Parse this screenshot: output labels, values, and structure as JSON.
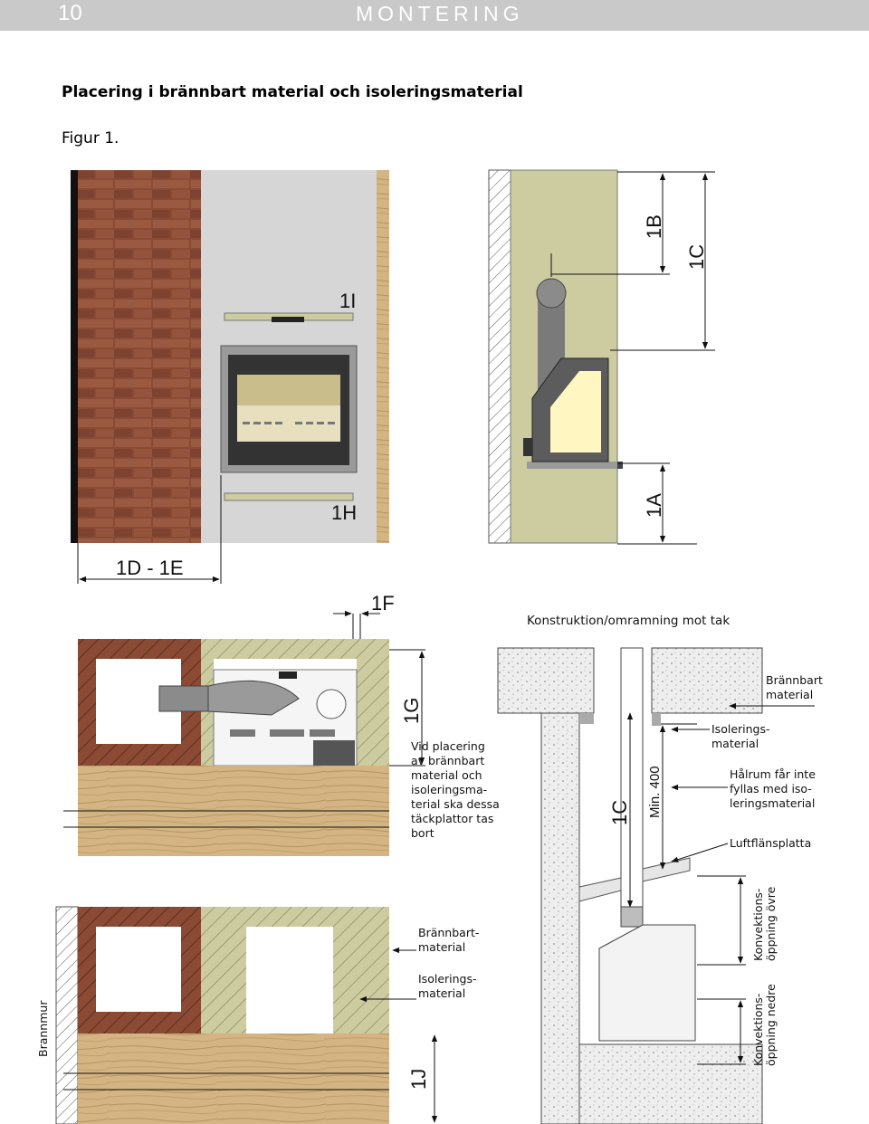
{
  "header": {
    "page_number": "10",
    "section_title": "MONTERING"
  },
  "heading": "Placering i brännbart material och isoleringsmaterial",
  "figure_label": "Figur 1.",
  "dimension_labels": {
    "d1I": "1I",
    "d1H": "1H",
    "d1D_1E": "1D - 1E",
    "d1B": "1B",
    "d1C_top": "1C",
    "d1A": "1A",
    "d1F": "1F",
    "d1G": "1G",
    "d1C_mid": "1C",
    "dMin400": "Min. 400",
    "d1J": "1J"
  },
  "captions": {
    "construction_title": "Konstruktion/omramning mot tak",
    "combustible_top": [
      "Brännbart",
      "material"
    ],
    "insulation_top": [
      "Isolerings-",
      "material"
    ],
    "cavity_note": [
      "Hålrum får inte",
      "fyllas med iso-",
      "leringsmaterial"
    ],
    "air_flange": "Luftflänsplatta",
    "remove_note": [
      "Vid placering",
      "av brännbart",
      "material och",
      "isoleringsma-",
      "terial ska dessa",
      "täckplattor tas",
      "bort"
    ],
    "combustible_bottom": [
      "Brännbart-",
      "material"
    ],
    "insulation_bottom": [
      "Isolerings-",
      "material"
    ],
    "firewall": "Brannmur",
    "vent_upper": [
      "Konvektions-",
      "öppning övre"
    ],
    "vent_lower": [
      "Konvektions-",
      "öppning nedre"
    ]
  },
  "colors": {
    "brick": "#8a4a34",
    "insulation": "#cdcba0",
    "wood": "#d3b482",
    "wall_grey": "#d6d6d6",
    "concrete": "#ececec",
    "header": "#c9c9c9"
  }
}
